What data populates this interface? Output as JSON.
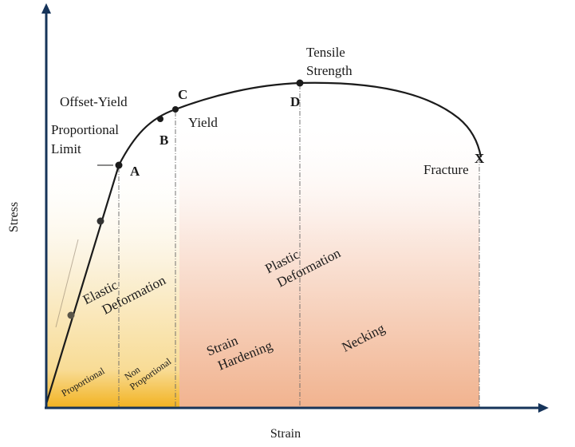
{
  "axes": {
    "x_label": "Strain",
    "y_label": "Stress"
  },
  "points": {
    "a": "A",
    "b": "B",
    "c": "C",
    "d": "D",
    "x": "X"
  },
  "labels": {
    "offset_yield": "Offset-Yield",
    "proportional_limit_line1": "Proportional",
    "proportional_limit_line2": "Limit",
    "yield": "Yield",
    "tensile_line1": "Tensile",
    "tensile_line2": "Strength",
    "fracture": "Fracture"
  },
  "regions": {
    "elastic_line1": "Elastic",
    "elastic_line2": "Deformation",
    "plastic_line1": "Plastic",
    "plastic_line2": "Deformation",
    "strain_hardening_line1": "Strain",
    "strain_hardening_line2": "Hardening",
    "necking": "Necking",
    "proportional": "Proportional",
    "non_proportional_line1": "Non",
    "non_proportional_line2": "Proportional"
  },
  "colors": {
    "elastic_fill_top": "#fdf6e4",
    "elastic_fill_bottom": "#f3b62a",
    "plastic_fill_top": "#fcf1ec",
    "plastic_fill_bottom": "#f2b796",
    "axis": "#16345a",
    "curve": "#1b1b1b"
  }
}
